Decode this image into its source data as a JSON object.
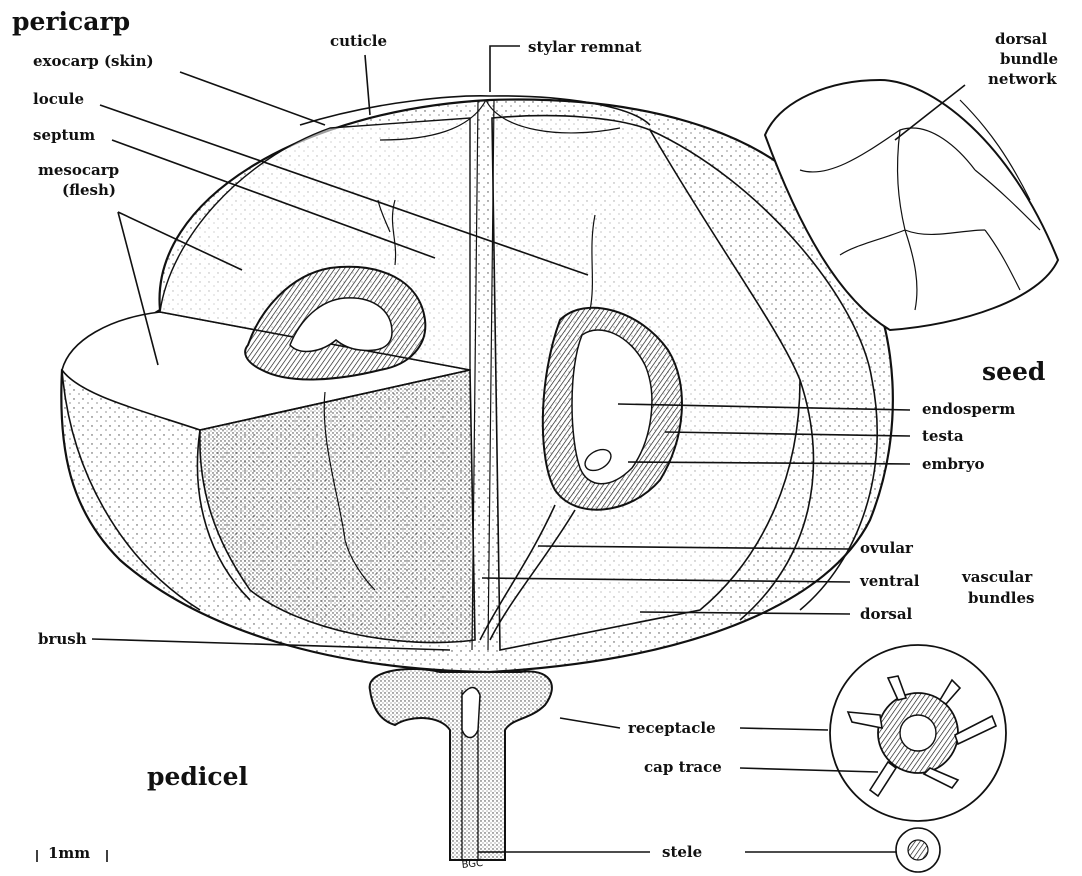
{
  "labels": {
    "pericarp": "pericarp",
    "cuticle": "cuticle",
    "stylar_remnat": "stylar remnat",
    "dorsal_bundle_network": [
      "dorsal",
      "bundle",
      "network"
    ],
    "exocarp": "exocarp (skin)",
    "locule": "locule",
    "septum": "septum",
    "mesocarp": [
      "mesocarp",
      "(flesh)"
    ],
    "seed": "seed",
    "endosperm": "endosperm",
    "testa": "testa",
    "embryo": "embryo",
    "ovular": "ovular",
    "ventral": "ventral",
    "dorsal": "dorsal",
    "vascular_bundles": [
      "vascular",
      "bundles"
    ],
    "brush": "brush",
    "receptacle": "receptacle",
    "cap_trace": "cap trace",
    "pedicel": "pedicel",
    "stele": "stele",
    "scale": "1mm",
    "signature": "BGC"
  },
  "colors": {
    "ink": "#111111",
    "paper": "#ffffff",
    "stipple": "#555555"
  }
}
